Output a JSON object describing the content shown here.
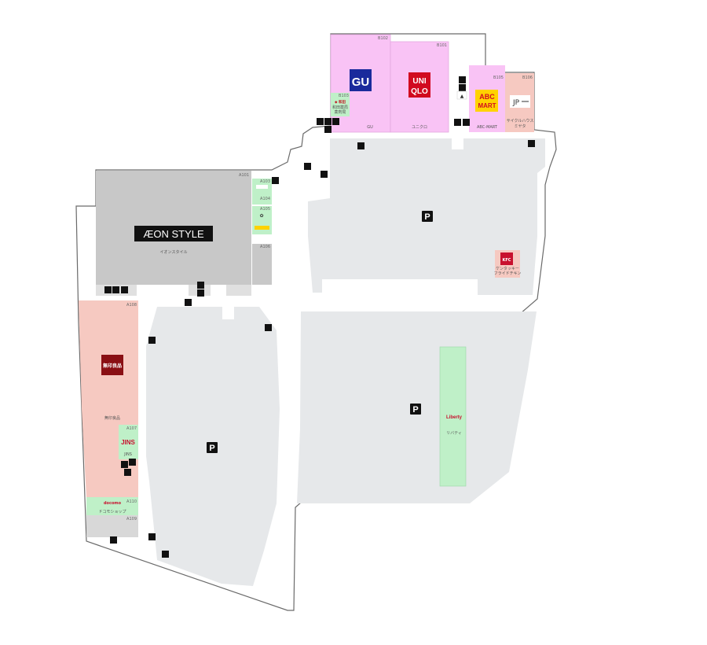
{
  "colors": {
    "outline": "#6a6a6a",
    "parking": "#e6e8ea",
    "pink": "#f9c3f5",
    "salmon": "#f6c9c1",
    "green": "#bff0c8",
    "gray_store": "#c8c8c8",
    "aeon_bg": "#111111",
    "uniqlo_red": "#d10a1f",
    "gu_blue": "#1a2a9c",
    "abc_yellow": "#ffd200",
    "muji_red": "#8a0f14"
  },
  "stores": {
    "gu": {
      "code": "B102",
      "logo": "GU",
      "name": "GU"
    },
    "uniqlo": {
      "code": "B101",
      "logo_line1": "UNI",
      "logo_line2": "QLO",
      "name": "ユニクロ"
    },
    "abc": {
      "code": "B105",
      "logo_line1": "ABC",
      "logo_line2": "MART",
      "name": "ABC-MART"
    },
    "cycle": {
      "code": "B106",
      "name_line1": "サイクルハウス",
      "name_line2": "ミヤタ"
    },
    "b103": {
      "code": "B103",
      "name_line1": "和田薬局",
      "name_line2": "薬剤局"
    },
    "aeon": {
      "code": "A101",
      "logo": "ÆON STYLE",
      "name": "イオンスタイル"
    },
    "a103": {
      "code": "A103"
    },
    "a104": {
      "code": "A104"
    },
    "a105": {
      "code": "A105"
    },
    "a106": {
      "code": "A106"
    },
    "muji": {
      "code": "A108",
      "logo": "無印良品",
      "name": "無印良品"
    },
    "jins": {
      "code": "A107",
      "logo": "JINS",
      "name": "JINS"
    },
    "docomo": {
      "code": "A110",
      "logo": "docomo",
      "name": "ドコモショップ"
    },
    "a109": {
      "code": "A109"
    },
    "kfc": {
      "logo": "KFC",
      "name_line1": "ケンタッキー",
      "name_line2": "フライドチキン"
    },
    "liberty": {
      "logo": "Liberty",
      "name": "リバティ"
    }
  },
  "parking": {
    "label": "P"
  },
  "icons": [
    "restroom-icon",
    "wheelchair-icon",
    "bicycle-parking-icon",
    "motorcycle-parking-icon",
    "atm-icon",
    "baby-care-icon",
    "escalator-icon"
  ]
}
